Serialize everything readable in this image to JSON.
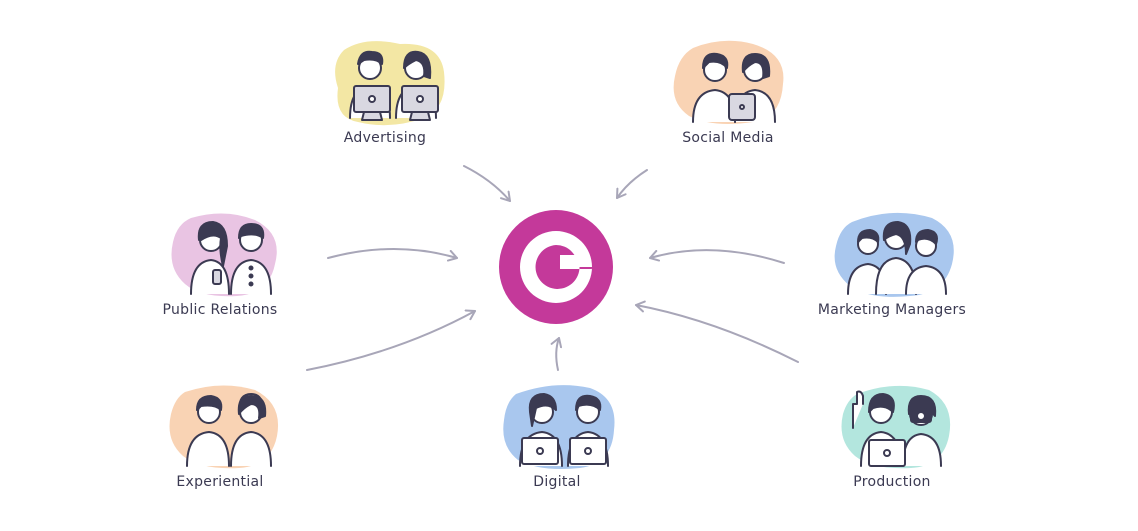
{
  "hub": {
    "logo": "g-logo-icon",
    "color": "#c4399a"
  },
  "nodes": {
    "advertising": {
      "label": "Advertising",
      "blob_color": "#f3e7a4",
      "icon": "two-people-laptops-icon"
    },
    "social_media": {
      "label": "Social Media",
      "blob_color": "#f9d3b4",
      "icon": "two-people-tablet-icon"
    },
    "public_relations": {
      "label": "Public Relations",
      "blob_color": "#e9c4e3",
      "icon": "two-people-phone-icon"
    },
    "marketing_managers": {
      "label": "Marketing Managers",
      "blob_color": "#a9c7ee",
      "icon": "three-people-icon"
    },
    "experiential": {
      "label": "Experiential",
      "blob_color": "#f9d3b4",
      "icon": "two-people-headphones-icon"
    },
    "digital": {
      "label": "Digital",
      "blob_color": "#a9c7ee",
      "icon": "two-people-laptops-icon"
    },
    "production": {
      "label": "Production",
      "blob_color": "#b3e6de",
      "icon": "two-people-camera-icon"
    }
  },
  "arrow_color": "#a8a6b8"
}
